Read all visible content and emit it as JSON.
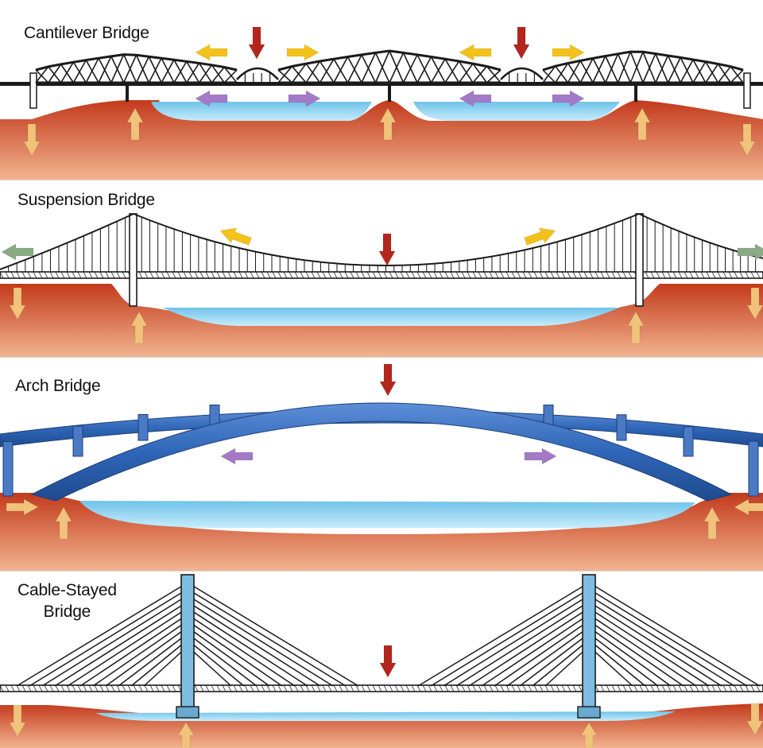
{
  "panels": [
    {
      "id": "cantilever",
      "title": "Cantilever Bridge"
    },
    {
      "id": "suspension",
      "title": "Suspension Bridge"
    },
    {
      "id": "arch",
      "title": "Arch Bridge"
    },
    {
      "id": "cable",
      "title": "Cable-Stayed\nBridge"
    }
  ],
  "colors": {
    "ground_top": "#c23a1c",
    "ground_bottom": "#f2b48f",
    "water_top": "#6fc3ea",
    "water_bottom": "#c7ecfb",
    "steel": "#1a1a1a",
    "arch_blue": "#2f66b7",
    "load_arrow": "#b3261e",
    "support_arrow": "#f0c27a",
    "tension_arrow": "#f2c21b",
    "compression_arrow": "#a27ac6",
    "pull_arrow": "#8aaa86"
  },
  "arrow_legend": {
    "load": "down-arrow-red",
    "support": "up-arrow-tan",
    "tension": "sideways-arrow-yellow",
    "compression": "sideways-arrow-purple",
    "anchor": "sideways-arrow-green"
  }
}
